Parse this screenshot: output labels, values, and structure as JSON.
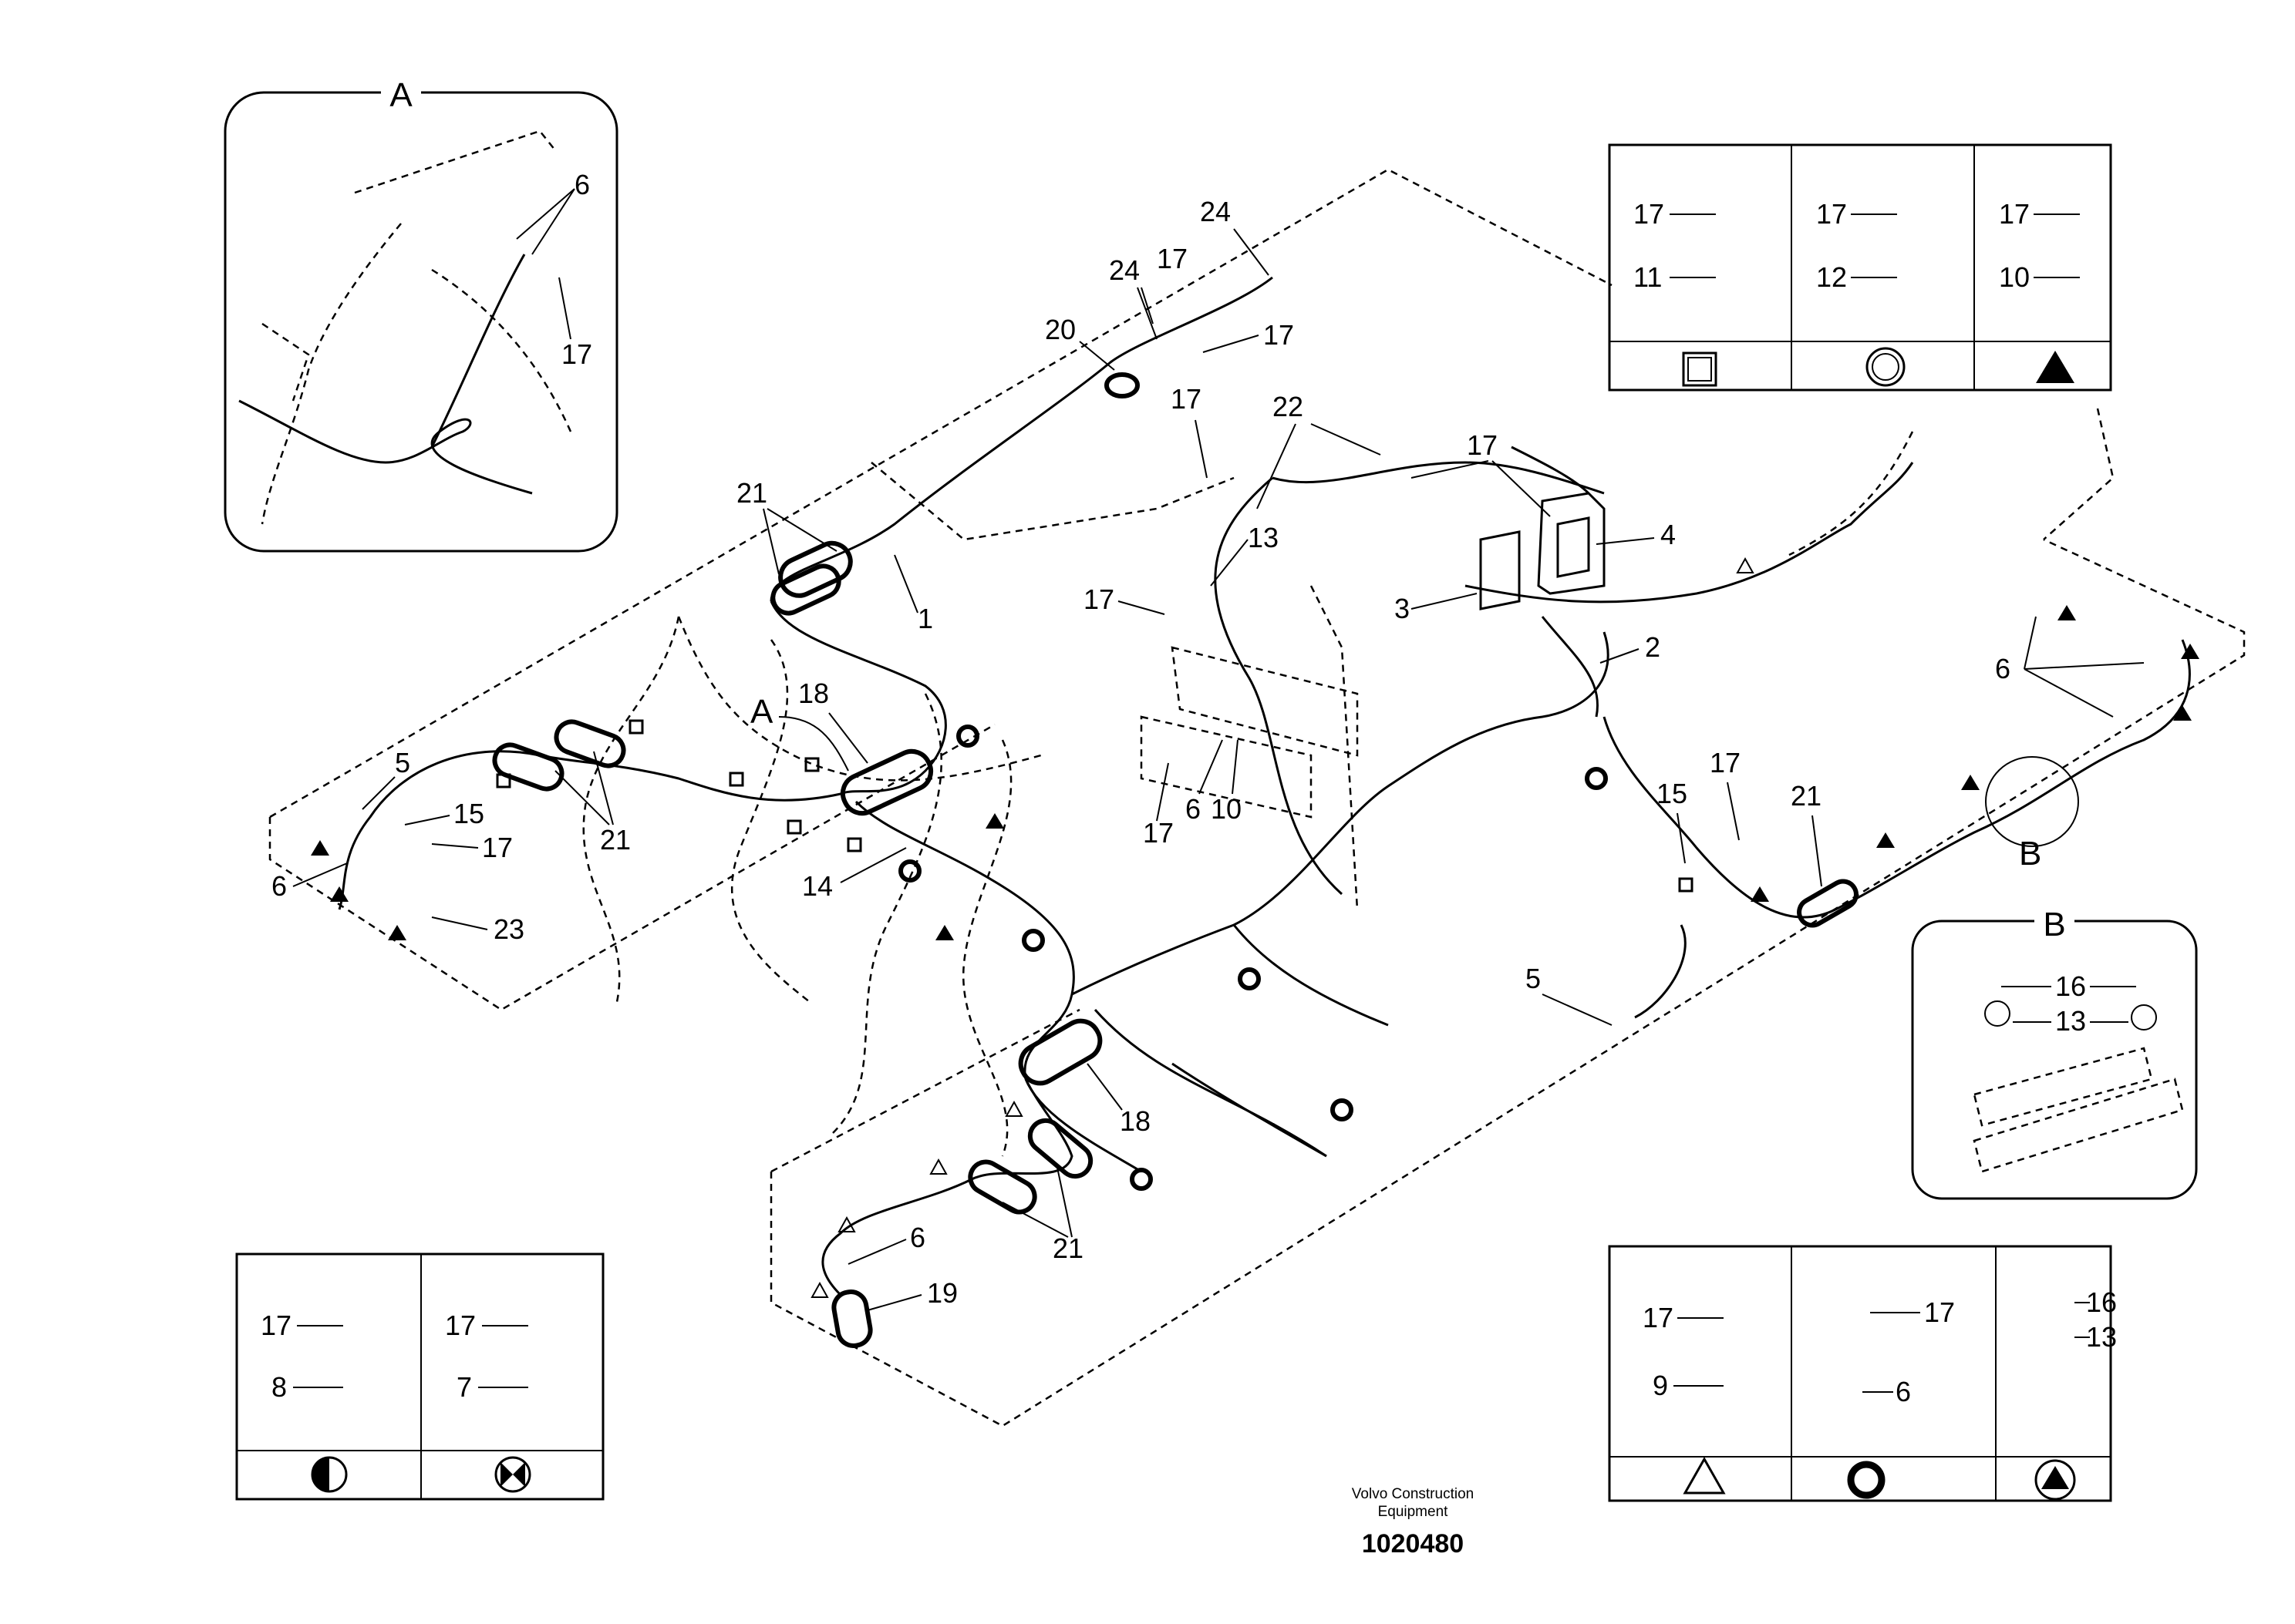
{
  "detail_A": {
    "letter": "A",
    "labels": [
      "6",
      "17"
    ]
  },
  "detail_B": {
    "letter": "B",
    "labels": [
      "16",
      "13"
    ]
  },
  "legend_top": {
    "cells": [
      {
        "screw": "17",
        "clip": "11",
        "symbol": "square"
      },
      {
        "screw": "17",
        "clip": "12",
        "symbol": "circle"
      },
      {
        "screw": "17",
        "clip": "10",
        "symbol": "filled-triangle"
      }
    ]
  },
  "legend_bottom_left": {
    "cells": [
      {
        "screw": "17",
        "clip": "8",
        "symbol": "half-filled-circle"
      },
      {
        "screw": "17",
        "clip": "7",
        "symbol": "crossed-circle"
      }
    ]
  },
  "legend_bottom_right": {
    "cells": [
      {
        "screw": "17",
        "clip": "9",
        "symbol": "open-triangle"
      },
      {
        "screw": "17",
        "clip": "6",
        "symbol": "ring"
      },
      {
        "screw": "16",
        "clip": "13",
        "symbol": "circled-triangle"
      }
    ]
  },
  "callouts": {
    "c24a": "24",
    "c24b": "24",
    "c17a": "17",
    "c17b": "17",
    "c20": "20",
    "c17c": "17",
    "c22": "22",
    "c17d": "17",
    "c21a": "21",
    "c1": "1",
    "c13": "13",
    "c17e": "17",
    "c4": "4",
    "c3": "3",
    "c17f": "17",
    "c2": "2",
    "c18a": "18",
    "cA": "A",
    "c5a": "5",
    "c15a": "15",
    "c17g": "17",
    "c21b": "21",
    "c6a": "6",
    "c23": "23",
    "c14": "14",
    "c6b": "6",
    "c10": "10",
    "c17h": "17",
    "c6c": "6",
    "c15b": "15",
    "c17i": "17",
    "c21c": "21",
    "cB": "B",
    "c5b": "5",
    "c18b": "18",
    "c21d": "21",
    "c6d": "6",
    "c19": "19"
  },
  "footer": {
    "brand_line1": "Volvo Construction",
    "brand_line2": "Equipment",
    "part_number": "1020480"
  }
}
